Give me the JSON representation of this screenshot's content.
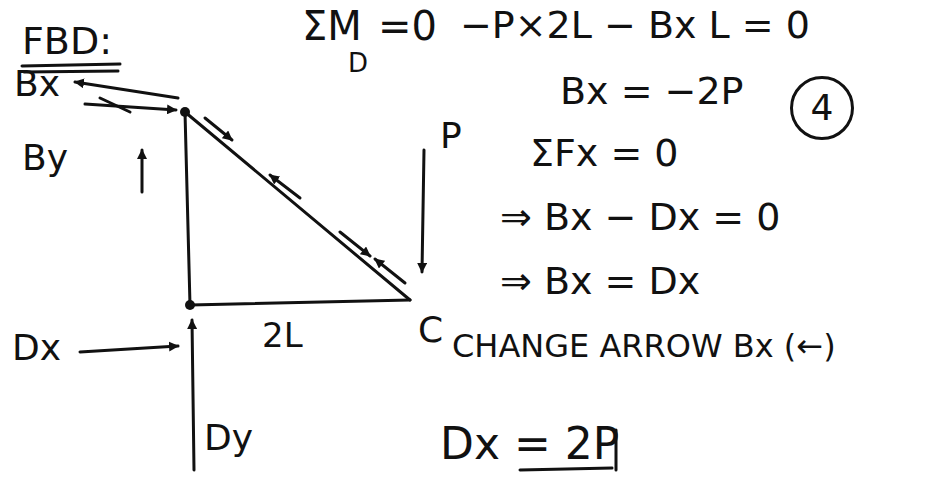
{
  "diagram": {
    "nodes": [
      {
        "text": [
          "4"
        ]
      }
    ],
    "labels": [
      "FBD:",
      "ΣM",
      "D",
      "=0",
      "−P×2L − Bx L = 0",
      "Bx = −2P",
      "ΣFx = 0",
      "⇒ Bx − Dx = 0",
      "⇒ Bx = Dx",
      "CHANGE ARROW Bx (←)",
      "Dx = 2P",
      "Bx",
      "By",
      "P",
      "C",
      "Dx",
      "Dy",
      "2L"
    ]
  }
}
